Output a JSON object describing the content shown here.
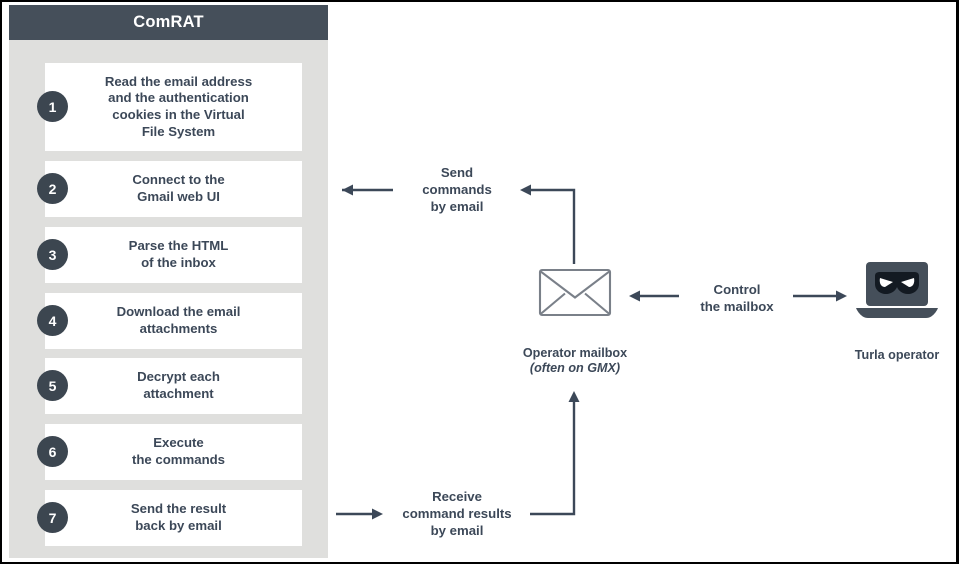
{
  "panel": {
    "title": "ComRAT",
    "steps": [
      {
        "num": "1",
        "text": "Read the email address\nand the authentication\ncookies in the Virtual\nFile System"
      },
      {
        "num": "2",
        "text": "Connect to the\nGmail web UI"
      },
      {
        "num": "3",
        "text": "Parse the HTML\nof the inbox"
      },
      {
        "num": "4",
        "text": "Download the email\nattachments"
      },
      {
        "num": "5",
        "text": "Decrypt each\nattachment"
      },
      {
        "num": "6",
        "text": "Execute\nthe commands"
      },
      {
        "num": "7",
        "text": "Send the result\nback by email"
      }
    ]
  },
  "flow": {
    "send_commands": "Send\ncommands\nby email",
    "receive_results": "Receive\ncommand results\nby email",
    "control_mailbox": "Control\nthe mailbox"
  },
  "nodes": {
    "mailbox": {
      "icon": "envelope-icon",
      "label": "Operator mailbox",
      "sublabel": "(often on GMX)"
    },
    "operator": {
      "icon": "masked-laptop-icon",
      "label": "Turla operator"
    }
  },
  "colors": {
    "header_bar": "#454f5a",
    "panel_bg": "#dfdfdd",
    "box_bg": "#ffffff",
    "text_dark": "#3c4858",
    "badge": "#3c4650",
    "arrow": "#3c4858",
    "envelope_stroke": "#7a8089",
    "frame": "#000000"
  }
}
